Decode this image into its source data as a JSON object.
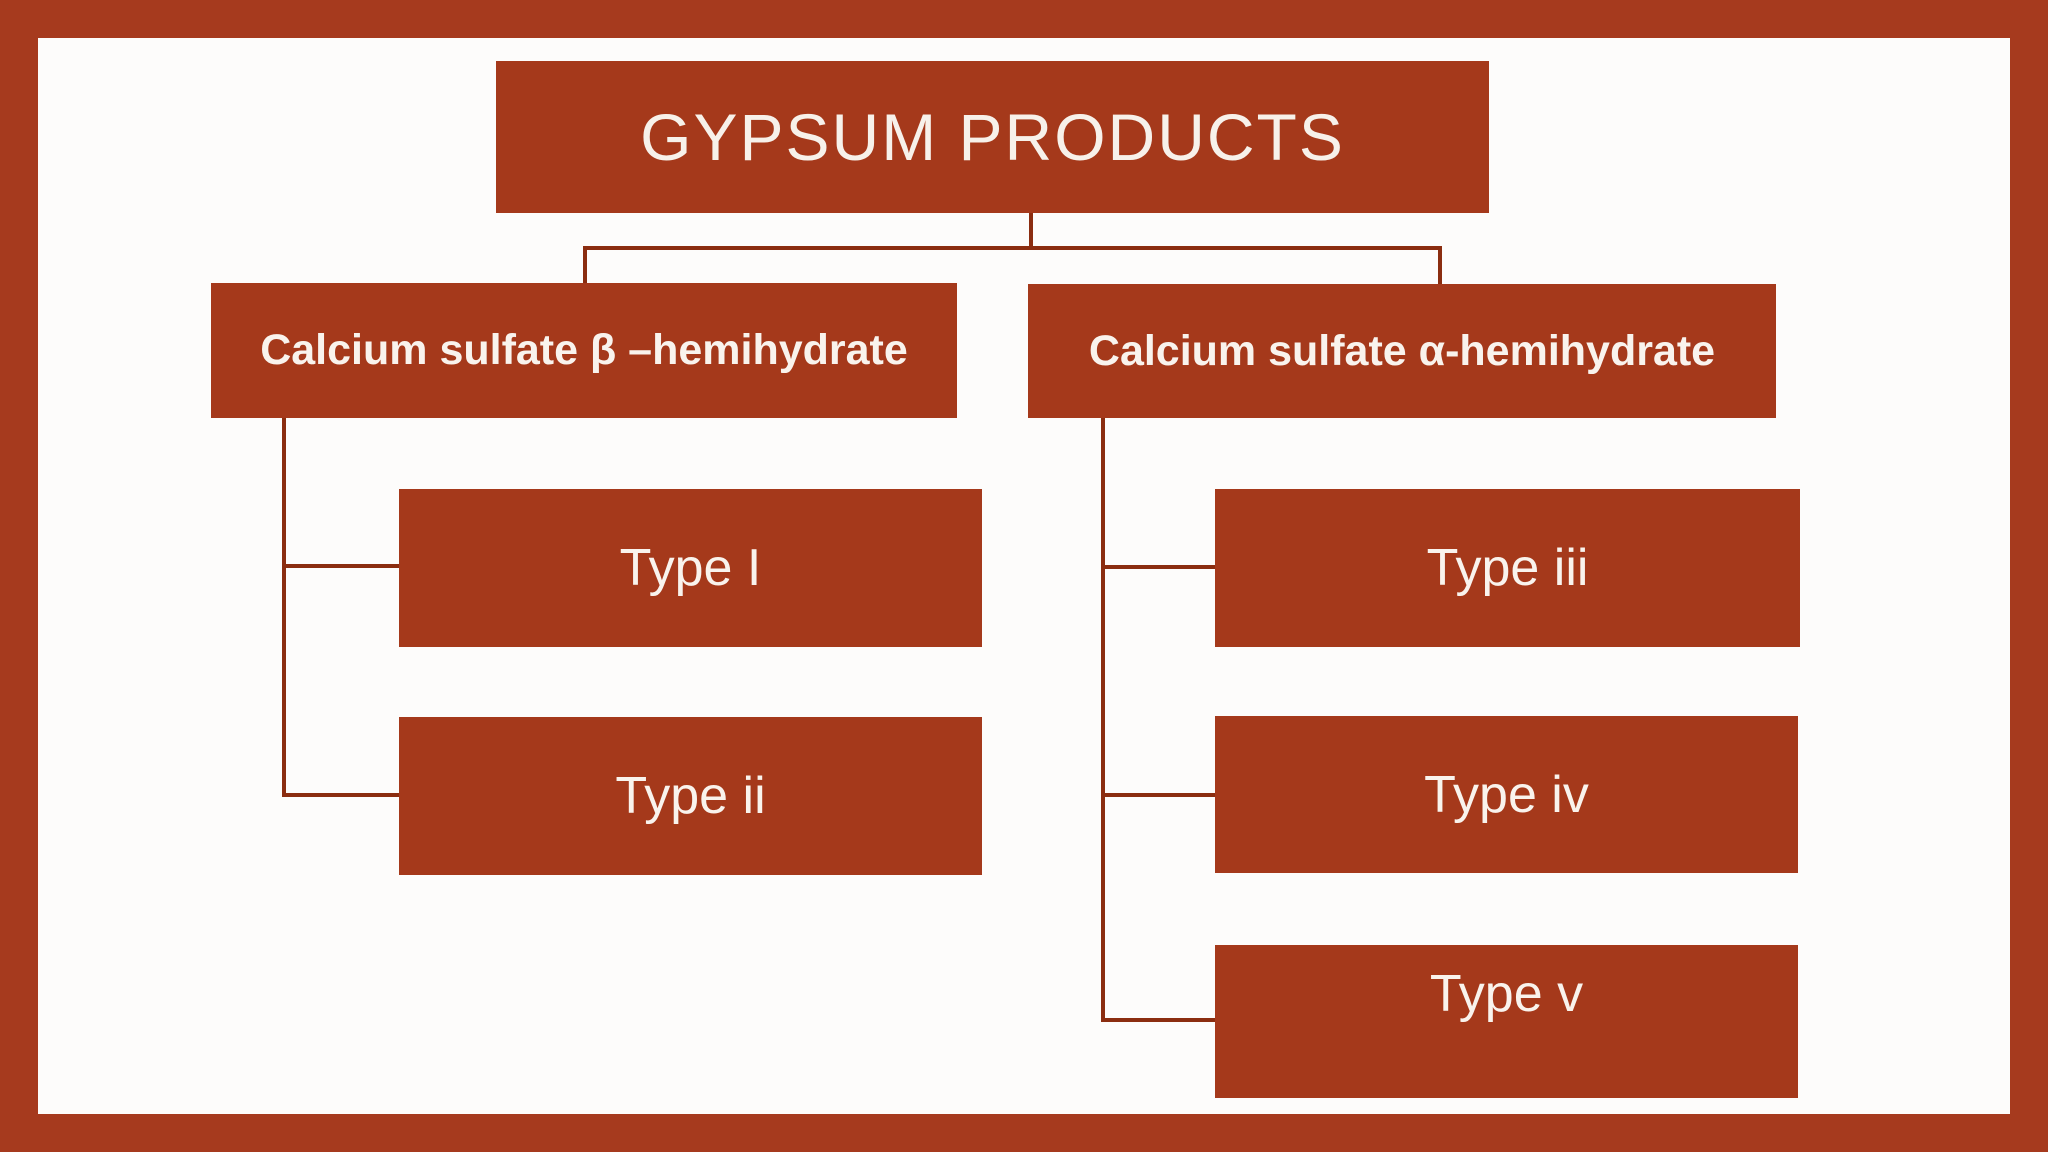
{
  "diagram": {
    "kind": "hierarchy-flowchart",
    "title": "GYPSUM PRODUCTS",
    "branches": [
      {
        "label": "Calcium sulfate β –hemihydrate",
        "children": [
          "Type I",
          "Type ii"
        ]
      },
      {
        "label": "Calcium sulfate α-hemihydrate",
        "children": [
          "Type iii",
          "Type iv",
          "Type v"
        ]
      }
    ],
    "colors": {
      "box_fill": "#a5391b",
      "connector_line": "#8b2d10",
      "frame_border": "#a63a1e",
      "slide_background": "#fdfcfb",
      "text": "#f9f3ed"
    }
  }
}
